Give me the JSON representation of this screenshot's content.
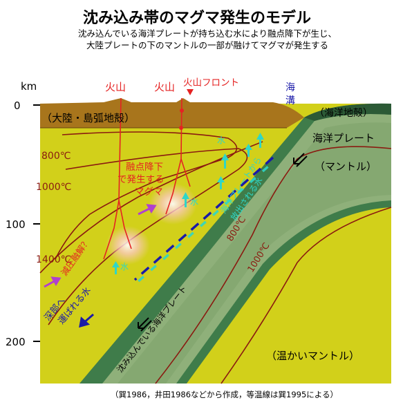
{
  "title": "沈み込み帯のマグマ発生のモデル",
  "subtitle_lines": [
    "沈み込んでいる海洋プレートが持ち込む水により融点降下が生じ、",
    "大陸プレートの下のマントルの一部が融けてマグマが発生する"
  ],
  "axis": {
    "unit": "km",
    "ticks": [
      "0",
      "100",
      "200"
    ]
  },
  "labels": {
    "volcano_1": "火山",
    "volcano_2": "火山",
    "volcanic_front": "火山フロント",
    "trench_1": "海",
    "trench_2": "溝",
    "continental_crust": "（大陸・島弧地殻）",
    "oceanic_crust": "（海洋地殻）",
    "oceanic_plate": "海洋プレート",
    "mantle": "（マントル）",
    "warm_mantle": "（温かいマントル）",
    "magma_1": "融点降下",
    "magma_2": "で発生する",
    "magma_3": "マグマ",
    "decompression": "減圧融解？",
    "water_1": "水",
    "water_2": "水",
    "water_3": "水",
    "released_water_1": "海洋プレートから",
    "released_water_2": "放出される水",
    "deep_water_1": "深部へ",
    "deep_water_2": "運ばれる水",
    "subducting_plate": "沈み込んでいる海洋プレート",
    "iso_800_a": "800℃",
    "iso_1000_a": "1000℃",
    "iso_1400": "1400℃",
    "iso_800_b": "800℃",
    "iso_1000_b": "1000℃"
  },
  "source": "（巽1986，井田1986などから作成，等温線は巽1995による）",
  "colors": {
    "mantle": "#d2d01a",
    "continental_crust": "#a8751c",
    "oceanic_plate": "#3f7c4a",
    "oceanic_plate_light": "#8fb07a",
    "isotherm": "#8a1a10",
    "magma": "#e52222",
    "water_arrow": "#2fd6c7",
    "dark_blue": "#1a1aa8",
    "purple": "#b040d0"
  }
}
